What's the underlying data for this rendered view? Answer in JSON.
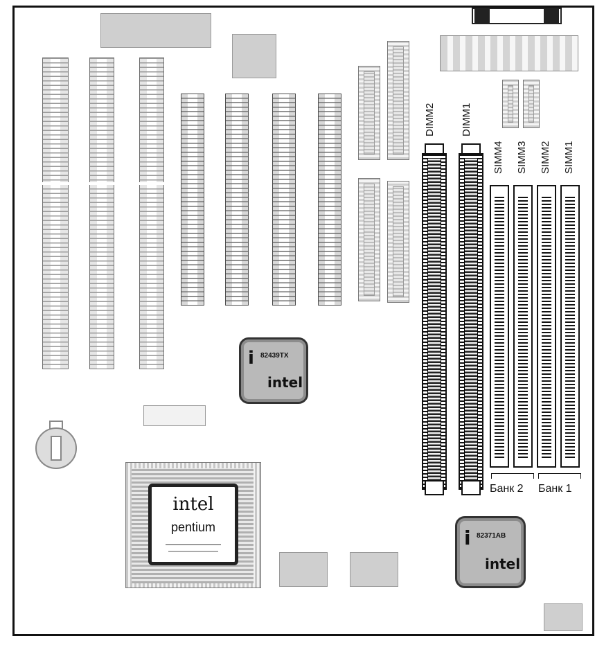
{
  "labels": {
    "dimm2": "DIMM2",
    "dimm1": "DIMM1",
    "simm4": "SIMM4",
    "simm3": "SIMM3",
    "simm2": "SIMM2",
    "simm1": "SIMM1",
    "bank2": "Банк 2",
    "bank1": "Банк 1"
  },
  "chips": {
    "northbridge_model": "82439TX",
    "northbridge_brand": "intel",
    "southbridge_model": "82371AB",
    "southbridge_brand": "intel",
    "cpu_brand": "intel",
    "cpu_name": "pentium"
  },
  "colors": {
    "ink": "#111111",
    "chip_fill": "#b9b9b9",
    "light_fill": "#e6e6e6"
  }
}
